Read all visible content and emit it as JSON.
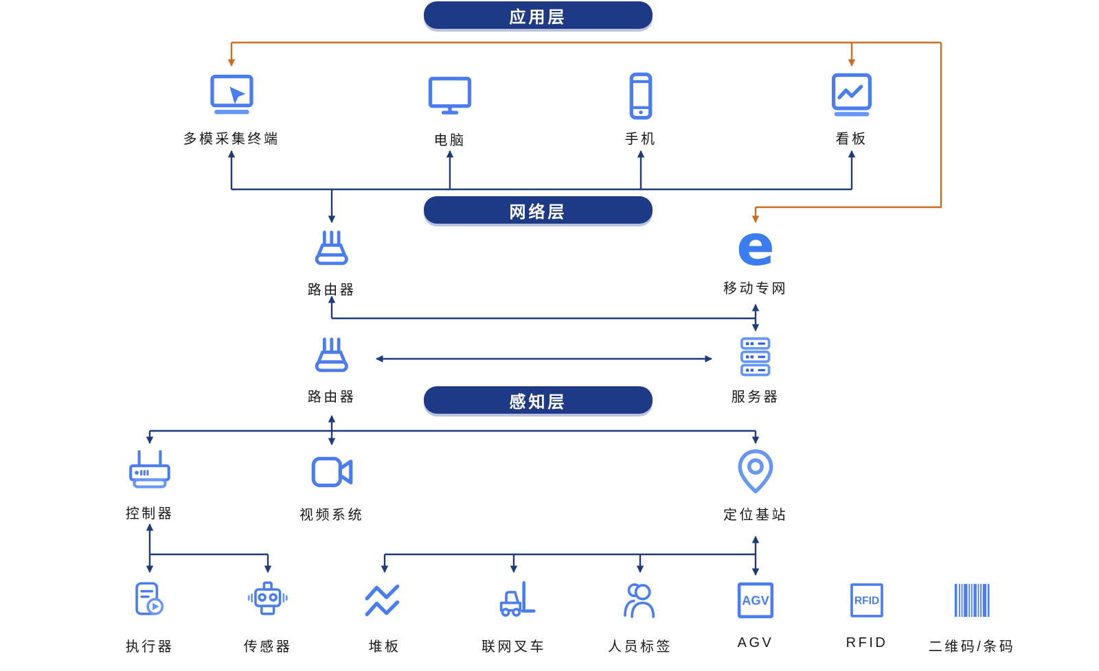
{
  "colors": {
    "icon_blue": "#4a7cf2",
    "icon_blue_light": "#6697f6",
    "icon_blue_dark": "#2e5fe8",
    "edge_blue": "#3b7cf0",
    "navy": "#1d3b7a",
    "orange": "#d06a1e",
    "pill_bg": "#1e3a87",
    "pill_shadow": "#b9c3de",
    "label_text": "#181818"
  },
  "layers": {
    "application": "应用层",
    "network": "网络层",
    "perception": "感知层"
  },
  "nodes": {
    "terminal": {
      "label": "多模采集终端"
    },
    "computer": {
      "label": "电脑"
    },
    "phone": {
      "label": "手机"
    },
    "kanban": {
      "label": "看板"
    },
    "router_1": {
      "label": "路由器"
    },
    "mobile_network": {
      "label": "移动专网",
      "icon_glyph": "e"
    },
    "router_2": {
      "label": "路由器"
    },
    "server": {
      "label": "服务器"
    },
    "controller": {
      "label": "控制器"
    },
    "video_system": {
      "label": "视频系统"
    },
    "positioning_station": {
      "label": "定位基站"
    },
    "actuator": {
      "label": "执行器"
    },
    "sensor": {
      "label": "传感器"
    },
    "pallet": {
      "label": "堆板"
    },
    "forklift": {
      "label": "联网叉车"
    },
    "personnel_tag": {
      "label": "人员标签"
    },
    "agv": {
      "label": "AGV",
      "icon_text": "AGV"
    },
    "rfid": {
      "label": "RFID",
      "icon_text": "RFID"
    },
    "barcode": {
      "label": "二维码/条码"
    }
  }
}
